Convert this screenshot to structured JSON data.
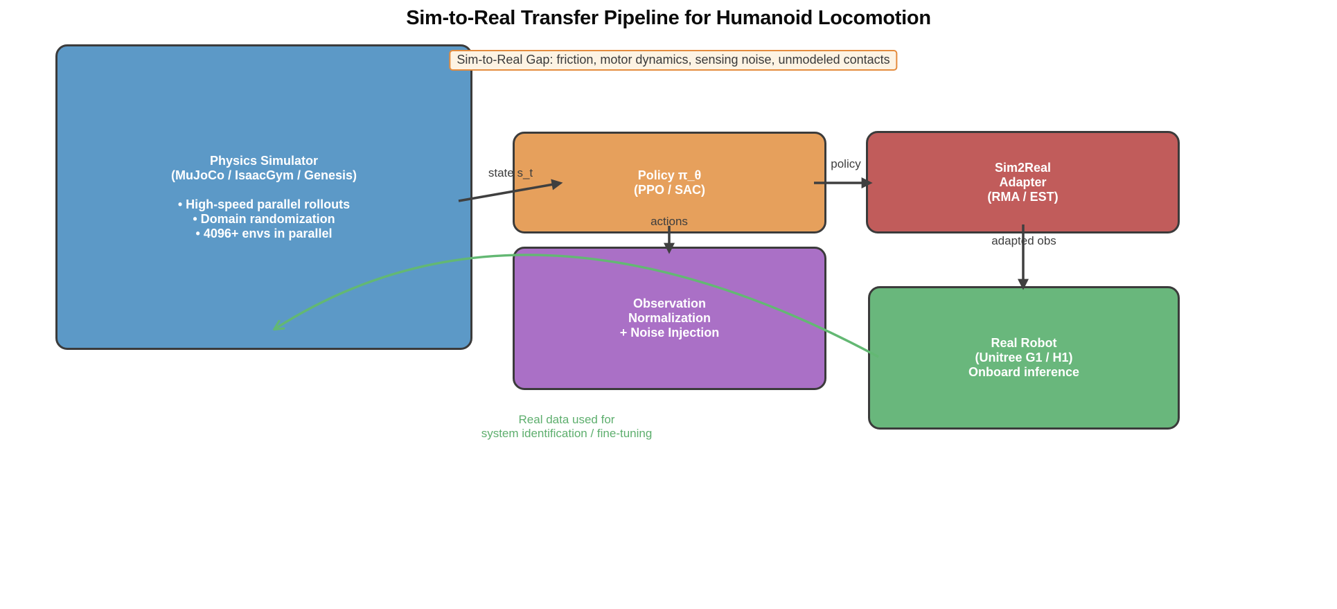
{
  "title": "Sim-to-Real Transfer Pipeline for Humanoid Locomotion",
  "annotation": {
    "text": "Sim-to-Real Gap: friction, motor dynamics, sensing noise, unmodeled contacts",
    "border_color": "#e48c3e",
    "bg_color": "#fdf3e3"
  },
  "nodes": {
    "simulator": {
      "color": "#5c99c7",
      "lines": [
        "Physics Simulator",
        "(MuJoCo / IsaacGym / Genesis)",
        "",
        "• High-speed parallel rollouts",
        "• Domain randomization",
        "• 4096+ envs in parallel"
      ]
    },
    "policy": {
      "color": "#e6a05c",
      "lines": [
        "Policy π_θ",
        "(PPO / SAC)"
      ]
    },
    "adapter": {
      "color": "#c15c5b",
      "lines": [
        "Sim2Real",
        "Adapter",
        "(RMA / EST)"
      ]
    },
    "obs": {
      "color": "#aa70c6",
      "lines": [
        "Observation",
        "Normalization",
        "+ Noise Injection"
      ]
    },
    "robot": {
      "color": "#69b77c",
      "lines": [
        "Real Robot",
        "(Unitree G1 / H1)",
        "Onboard inference"
      ]
    }
  },
  "edges": {
    "state_label": "state s_t",
    "policy_label": "policy",
    "actions_label": "actions",
    "adapted_label": "adapted obs"
  },
  "feedback": {
    "lines": [
      "Real data used for",
      "system identification / fine-tuning"
    ],
    "curve_color": "#63b873",
    "text_color": "#5dae6d"
  },
  "palette": {
    "arrow_dark": "#3f3f3f",
    "box_border": "#3b3b3b",
    "title_color": "#0b0b0b"
  }
}
